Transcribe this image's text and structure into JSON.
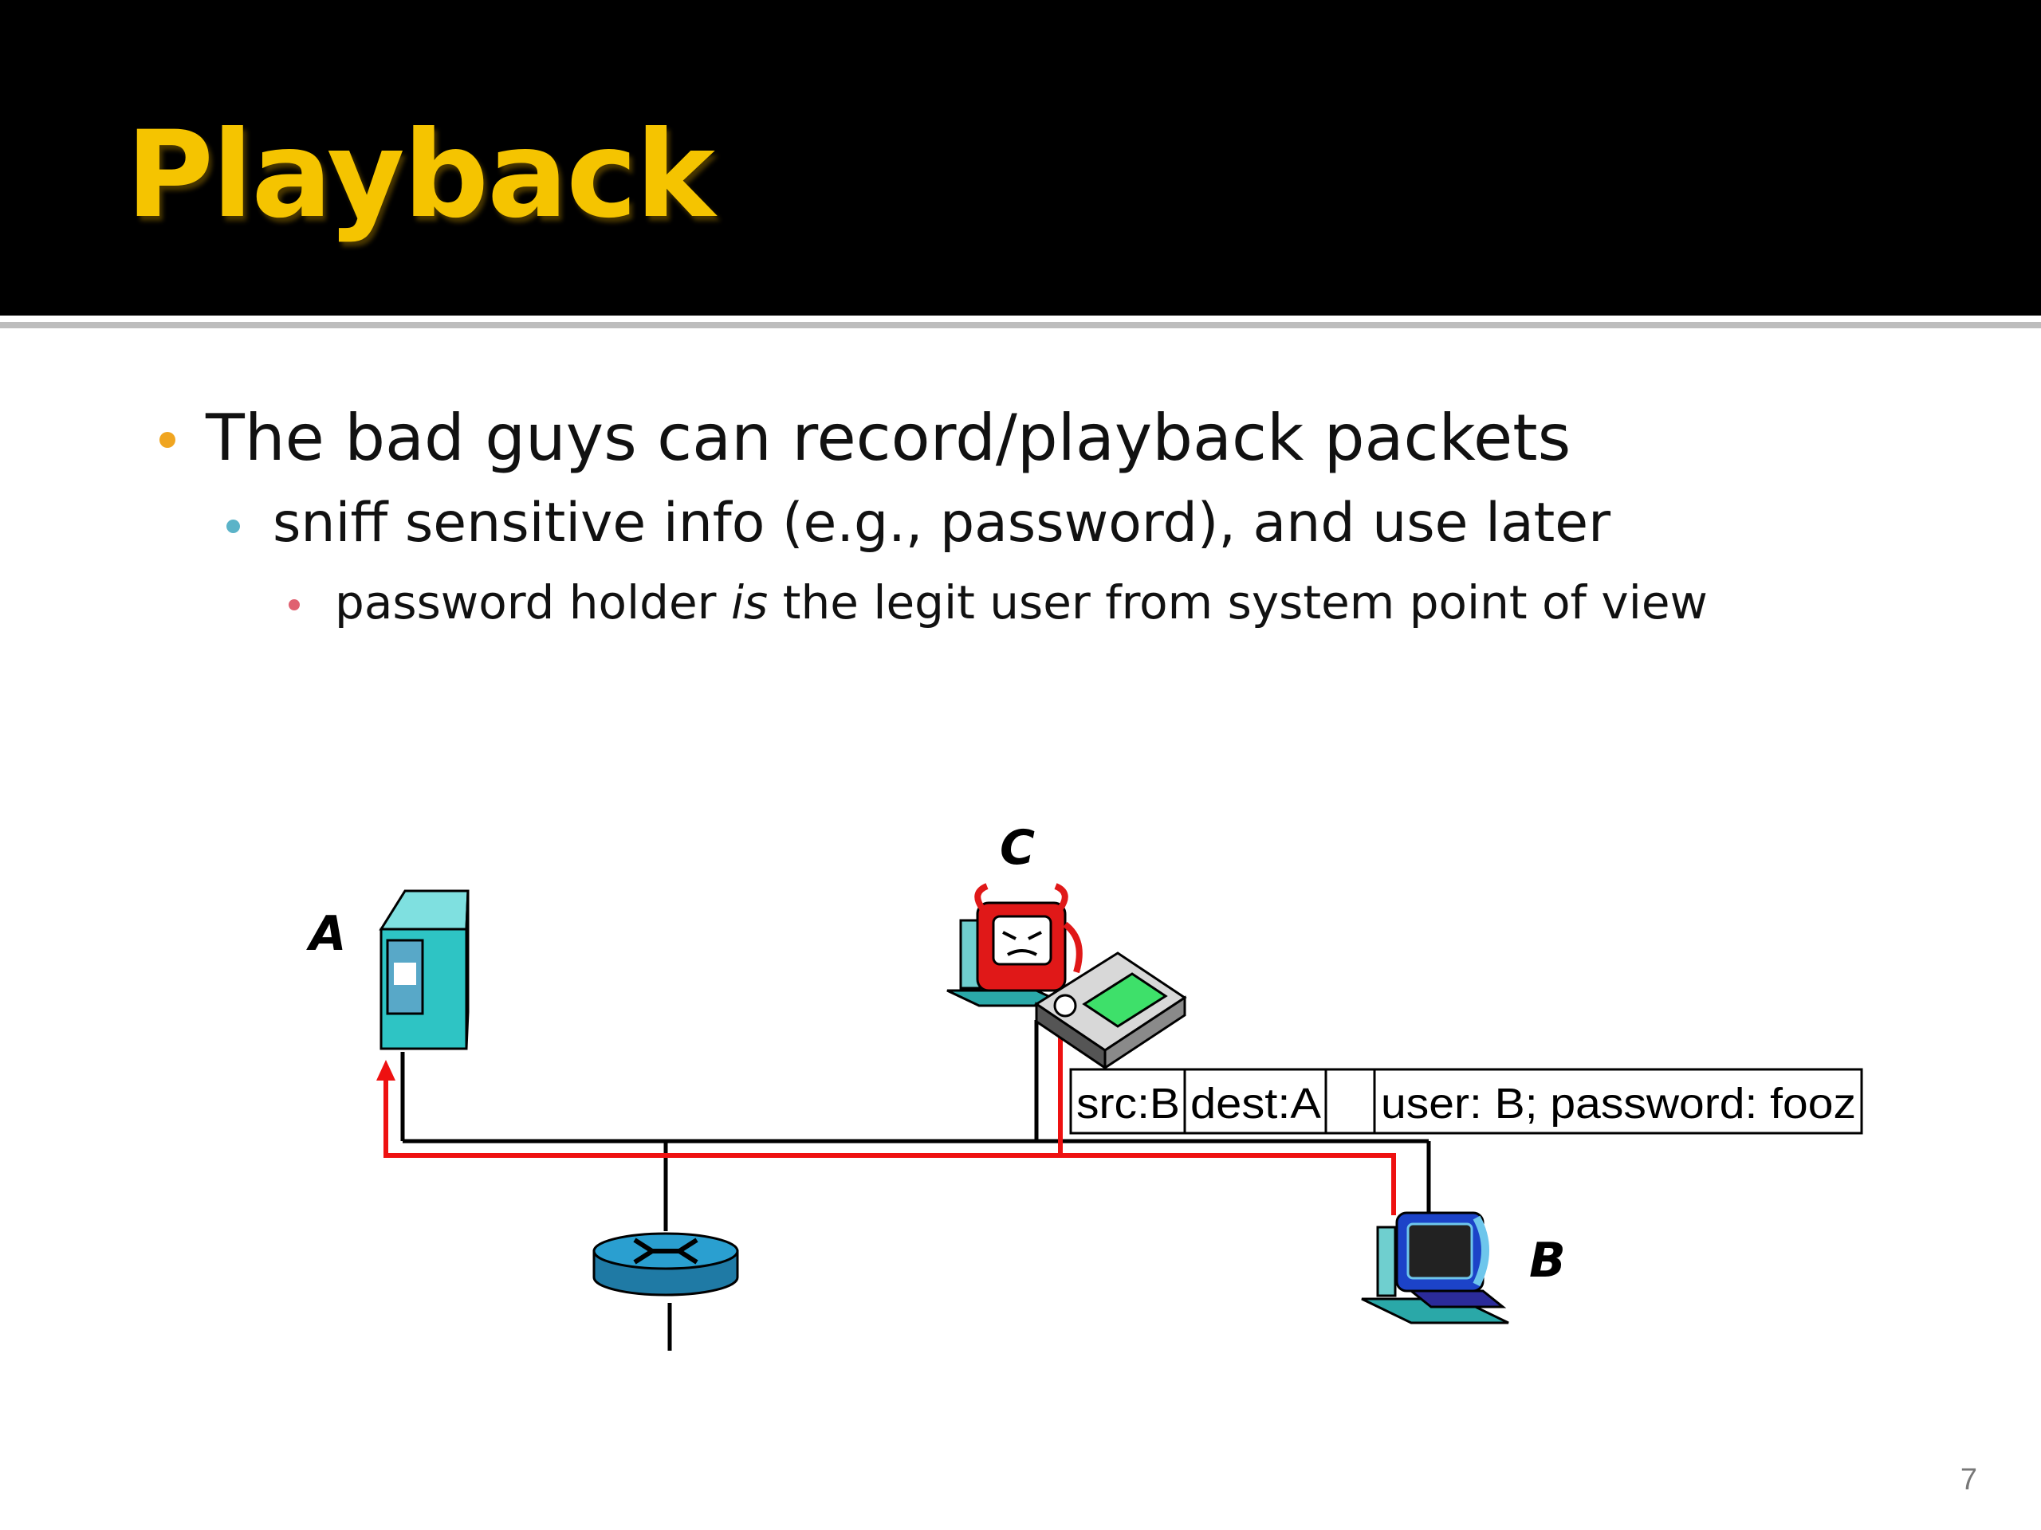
{
  "slide": {
    "title": "Playback",
    "bullets": {
      "level1": "The bad guys can record/playback packets",
      "level2": "sniff sensitive info (e.g., password), and use later",
      "level3_pre": "password holder ",
      "level3_em": "is",
      "level3_post": " the legit user from system point of view"
    },
    "page_number": "7"
  },
  "diagram": {
    "nodes": {
      "a": "A",
      "b": "B",
      "c": "C"
    },
    "packet": {
      "src": "src:B",
      "dest": "dest:A",
      "payload": "user: B; password: fooz"
    }
  },
  "colors": {
    "header_bg": "#000000",
    "title": "#f5c400",
    "bullet1": "#f0a520",
    "bullet2": "#5bb3c8",
    "bullet3": "#e06070",
    "path": "#ee1111"
  }
}
